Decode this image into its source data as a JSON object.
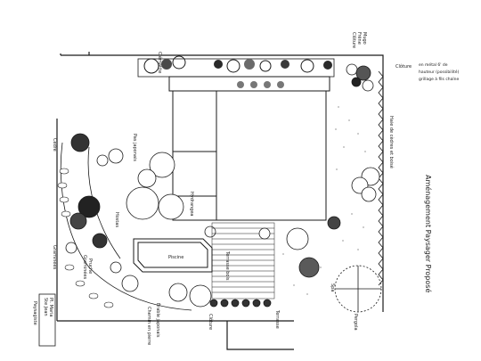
{
  "drawing": {
    "title": "Aménagement Paysager Proposé",
    "cartouche": [
      "Ste Jean",
      "Pl. Maria",
      "Paysagiste"
    ],
    "note_top_right": [
      "Clôture",
      "en métal 6' de",
      "hauteur (possibilité)",
      "grillage à fils chaîne"
    ],
    "labels": {
      "top_left": "Clématite",
      "top_right": [
        "Clôture",
        "Frêne",
        "Mugo"
      ],
      "right_hedge": "Haie de cèdres et boisé",
      "left_path": "Pas japonais",
      "left_upper": "Cèdre",
      "left_grass": "Graminées",
      "mid_left": "Hydrangea",
      "mid_center": "Hostas",
      "bottom_left_a": "Graminées",
      "bottom_left_b": "Pruche",
      "bottom_left_c": "Érable japonais",
      "bottom_mid_a": "Chemin en pierre",
      "bottom_mid_b": "Clôture",
      "bottom_mid_c": "Terrasse",
      "bottom_right_a": "Spa",
      "bottom_right_b": "Pergola",
      "pool": "Piscine",
      "deck": "Terrasse bois"
    }
  },
  "colors": {
    "ink": "#1a1a1a",
    "paper": "#ffffff",
    "grey": "#bdbdbd",
    "dark": "#5a5a5a"
  }
}
